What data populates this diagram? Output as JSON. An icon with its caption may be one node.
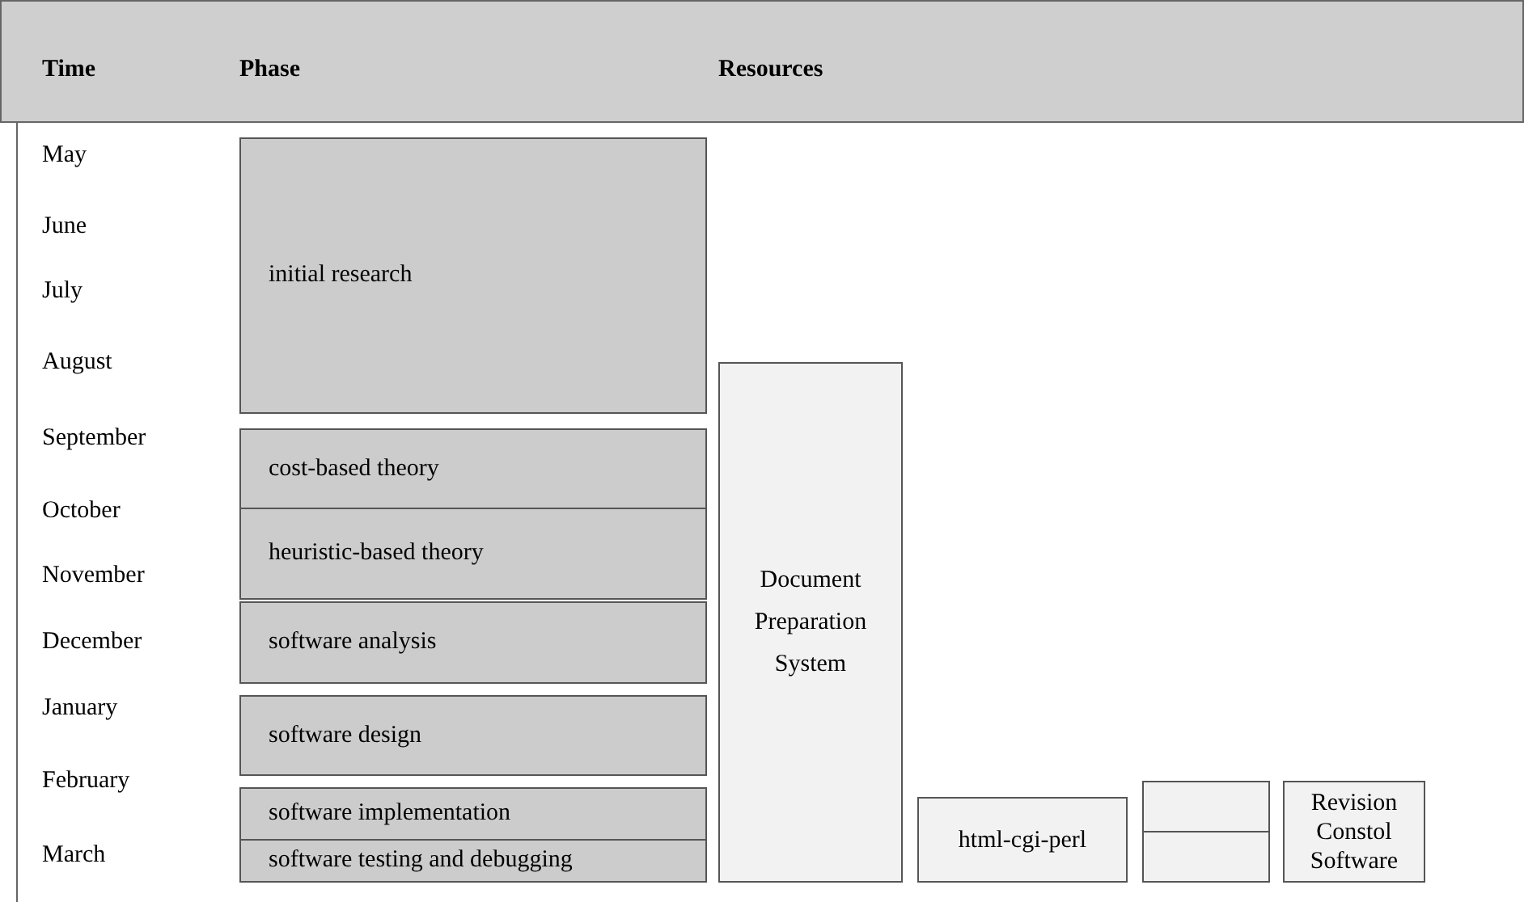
{
  "diagram": {
    "nodes": [
      {
        "text": [
          "initial research"
        ]
      },
      {
        "text": [
          "cost-based theory"
        ]
      },
      {
        "text": [
          "heuristic-based theory"
        ]
      },
      {
        "text": [
          "software analysis"
        ]
      },
      {
        "text": [
          "software design"
        ]
      },
      {
        "text": [
          "software implementation"
        ]
      },
      {
        "text": [
          "software testing and debugging"
        ]
      },
      {
        "text": [
          "Document Preparation System"
        ]
      },
      {
        "text": [
          "html-cgi-perl"
        ]
      },
      {
        "text": [],
        "shape": "box"
      },
      {
        "text": [],
        "shape": "box"
      },
      {
        "text": [
          "Revision Constol Software"
        ]
      }
    ],
    "edges": [],
    "labels": [
      "Time",
      "Phase",
      "Resources",
      "May",
      "June",
      "July",
      "August",
      "September",
      "October",
      "November",
      "December",
      "January",
      "February",
      "March"
    ]
  }
}
